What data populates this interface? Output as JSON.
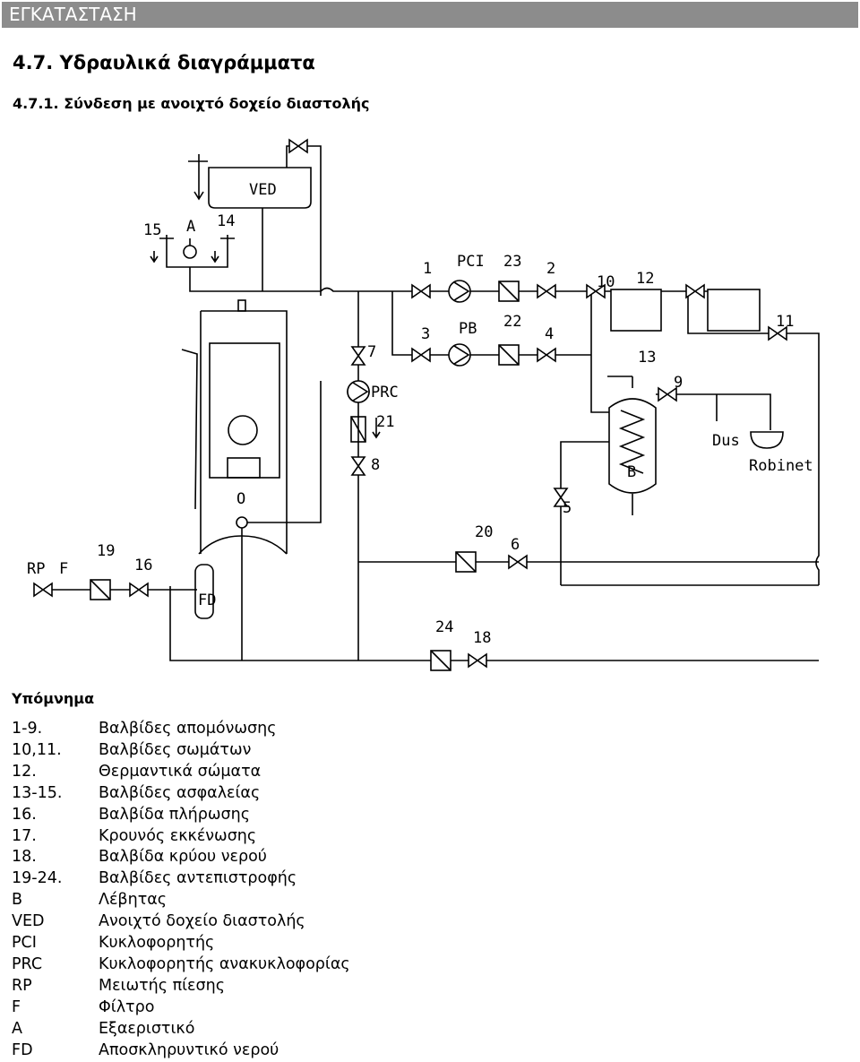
{
  "header": {
    "banner": "ΕΓΚΑΤΑΣΤΑΣΗ",
    "section_title": "4.7.   Υδραυλικά διαγράμματα",
    "subsection_title": "4.7.1. Σύνδεση με ανοιχτό δοχείο διαστολής"
  },
  "diagram": {
    "labels": {
      "ved": "VED",
      "pci": "PCI",
      "pb": "PB",
      "prc": "PRC",
      "n1": "1",
      "n2": "2",
      "n3": "3",
      "n4": "4",
      "n5": "5",
      "n6": "6",
      "n7": "7",
      "n8": "8",
      "n9": "9",
      "n10": "10",
      "n11": "11",
      "n12": "12",
      "n13": "13",
      "n14": "14",
      "n15": "15",
      "n16": "16",
      "n18": "18",
      "n19": "19",
      "n20": "20",
      "n21": "21",
      "n22": "22",
      "n23": "23",
      "n24": "24",
      "a": "A",
      "b": "B",
      "o": "O",
      "rp": "RP",
      "f": "F",
      "fd": "FD",
      "dus": "Dus",
      "robinet": "Robinet"
    }
  },
  "legend": {
    "title": "Υπόμνημα",
    "items": [
      {
        "code": "1-9.",
        "text": "Βαλβίδες απομόνωσης"
      },
      {
        "code": "10,11.",
        "text": "Βαλβίδες σωμάτων"
      },
      {
        "code": "12.",
        "text": "Θερμαντικά σώματα"
      },
      {
        "code": "13-15.",
        "text": "Βαλβίδες ασφαλείας"
      },
      {
        "code": "16.",
        "text": "Βαλβίδα πλήρωσης"
      },
      {
        "code": "17.",
        "text": "Κρουνός εκκένωσης"
      },
      {
        "code": "18.",
        "text": "Βαλβίδα κρύου νερού"
      },
      {
        "code": "19-24.",
        "text": "Βαλβίδες αντεπιστροφής"
      },
      {
        "code": "B",
        "text": "Λέβητας"
      },
      {
        "code": "VED",
        "text": "Ανοιχτό δοχείο διαστολής"
      },
      {
        "code": "PCI",
        "text": "Κυκλοφορητής"
      },
      {
        "code": "PRC",
        "text": "Κυκλοφορητής ανακυκλοφορίας"
      },
      {
        "code": "RP",
        "text": "Μειωτής πίεσης"
      },
      {
        "code": "F",
        "text": "Φίλτρο"
      },
      {
        "code": "A",
        "text": "Εξαεριστικό"
      },
      {
        "code": "FD",
        "text": "Αποσκληρυντικό νερού"
      }
    ]
  }
}
